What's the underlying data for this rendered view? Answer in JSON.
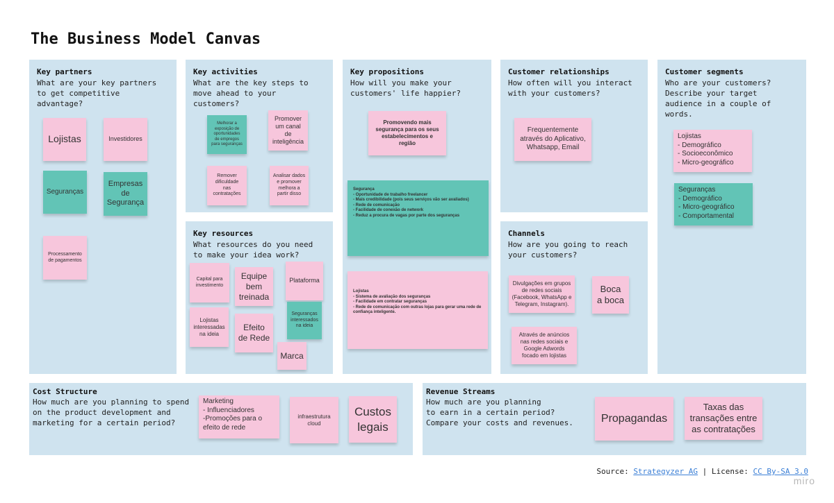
{
  "title": "The Business Model Canvas",
  "panels": {
    "key_partners": {
      "heading": "Key partners",
      "question": "What are your key partners\nto get competitive\nadvantage?"
    },
    "key_activities": {
      "heading": "Key activities",
      "question": "What are the key steps to\nmove ahead to your\ncustomers?"
    },
    "key_propositions": {
      "heading": "Key propositions",
      "question": "How will you make your\ncustomers' life happier?"
    },
    "customer_relationships": {
      "heading": "Customer relationships",
      "question": "How often will you interact\nwith your customers?"
    },
    "customer_segments": {
      "heading": "Customer segments",
      "question": "Who are your customers?\nDescribe your target\naudience in a couple of\nwords."
    },
    "key_resources": {
      "heading": "Key resources",
      "question": "What resources do you need\nto make your idea work?"
    },
    "channels": {
      "heading": "Channels",
      "question": "How are you going to reach\nyour customers?"
    },
    "cost_structure": {
      "heading": "Cost Structure",
      "question": "How much are you planning to spend\non the product development and\nmarketing for a certain period?"
    },
    "revenue_streams": {
      "heading": "Revenue Streams",
      "question": "How much are you planning\nto earn in a certain period?\nCompare your costs and revenues."
    }
  },
  "notes": {
    "lojistas": "Lojistas",
    "investidores": "Investidores",
    "segurancas": "Seguranças",
    "empresas_seguranca": "Empresas\nde\nSegurança",
    "processamento": "Processamento\nde pagamentos",
    "melhorar_exposicao": "Melhorar a\nexposição de\noportunidades\nde empregos\npara seguranças",
    "promover_canal": "Promover\num canal\nde\ninteligência",
    "remover_dificuldade": "Remover\ndificuldade\nnas\ncontratações",
    "analisar_dados": "Analisar dados\ne promover\nmelhora a\npartir disso",
    "promovendo_seguranca": "Promovendo mais\nsegurança para os seus\nestabelecimentos e\nregião",
    "prop_segurancas": "Segurança\n- Oportunidade de trabalho freelancer\n- Mais credibilidade (pois seus serviços vão ser avaliados)\n- Rede de comunicação\n- Facilidade de conexão de network\n- Reduz a procura de vagas por parte dos seguranças",
    "prop_lojistas": "Lojistas\n- Sistema de avaliação dos seguranças\n- Facilidade em contratar seguranças\n- Rede de comunicação com outras lojas para gerar uma rede de confiança inteligente.",
    "frequentemente": "Frequentemente\natravés do Aplicativo,\nWhatsapp, Email",
    "seg_lojistas": "Lojistas\n- Demográfico\n- Socioeconômico\n- Micro-geográfico",
    "seg_segurancas": "Seguranças\n- Demográfico\n- Micro-geográfico\n- Comportamental",
    "capital": "Capital para\ninvestimento",
    "equipe": "Equipe\nbem\ntreinada",
    "plataforma": "Plataforma",
    "lojistas_interessadas": "Lojistas\ninteressadas\nna ideia",
    "efeito_rede": "Efeito\nde Rede",
    "segurancas_interessados": "Seguranças\ninteressados\nna ideia",
    "marca": "Marca",
    "divulgacoes": "Divulgações em grupos\nde redes sociais\n(Facebook, WhatsApp e\nTelegram, Instagram).",
    "boca_a_boca": "Boca\na boca",
    "anuncios": "Através de anúncios\nnas redes sociais e\nGoogle Adwords\nfocado em lojistas",
    "marketing": "Marketing\n- Influenciadores\n-Promoções para o\nefeito de rede",
    "infraestrutura": "infraestrutura\ncloud",
    "custos_legais": "Custos\nlegais",
    "propagandas": "Propagandas",
    "taxas": "Taxas das\ntransações entre\nas contratações"
  },
  "footer": {
    "source_label": "Source:",
    "source_link": "Strategyzer AG",
    "separator": "| License:",
    "license_link": "CC By-SA 3.0",
    "brand": "miro"
  },
  "colors": {
    "panel": "#cfe3ef",
    "pink_note": "#f7c6dc",
    "teal_note": "#62c4b6",
    "link": "#3b7fd6"
  }
}
